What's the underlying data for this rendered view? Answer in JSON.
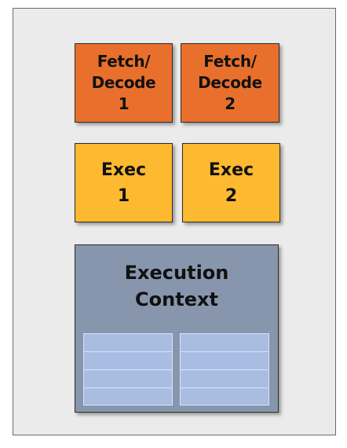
{
  "blocks": {
    "fetch_decode_1": "Fetch/\nDecode\n1",
    "fetch_decode_2": "Fetch/\nDecode\n2",
    "exec_1": "Exec\n1",
    "exec_2": "Exec\n2",
    "execution_context": "Execution\nContext"
  },
  "colors": {
    "fetch": "#e8702c",
    "exec": "#fdb930",
    "context": "#8896ad",
    "registers": "#a9bde3"
  }
}
